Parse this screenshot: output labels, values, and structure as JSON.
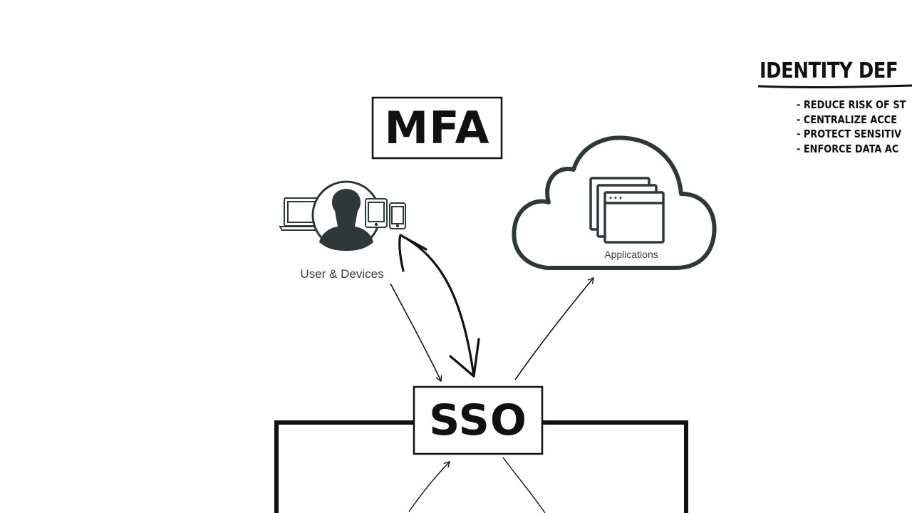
{
  "diagram": {
    "mfa_label": "MFA",
    "sso_label": "SSO",
    "user_caption": "User & Devices",
    "applications_caption": "Applications"
  },
  "side_panel": {
    "title": "IDENTITY DEF",
    "bullets": [
      "- REDUCE RISK OF ST",
      "- CENTRALIZE ACCE",
      "- PROTECT SENSITIV",
      "- ENFORCE DATA AC"
    ]
  },
  "colors": {
    "ink": "#111111",
    "icon": "#2f3838"
  }
}
